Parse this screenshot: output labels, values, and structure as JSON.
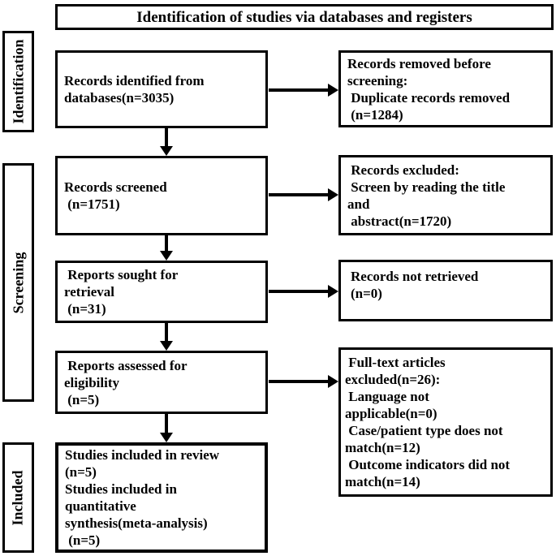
{
  "title": "Identification of studies via databases and registers",
  "stages": {
    "identification": "Identification",
    "screening": "Screening",
    "included": "Included"
  },
  "main_flow": [
    {
      "id": "records-identified",
      "text": "Records identified from\ndatabases(n=3035)"
    },
    {
      "id": "records-screened",
      "text": "Records screened\n (n=1751)"
    },
    {
      "id": "reports-sought",
      "text": " Reports sought for\nretrieval\n (n=31)"
    },
    {
      "id": "reports-assessed",
      "text": " Reports assessed for\neligibility\n (n=5)"
    },
    {
      "id": "studies-included",
      "text": "Studies included in review\n(n=5)\nStudies included in\nquantitative\nsynthesis(meta-analysis)\n (n=5)"
    }
  ],
  "exclusion_flow": [
    {
      "id": "records-removed",
      "text": "Records removed before\nscreening:\n Duplicate records removed\n (n=1284)"
    },
    {
      "id": "records-excluded",
      "text": " Records excluded:\n Screen by reading the title\nand\n abstract(n=1720)"
    },
    {
      "id": "records-not-retrieved",
      "text": "Records not retrieved\n(n=0)"
    },
    {
      "id": "fulltext-excluded",
      "text": " Full-text articles\nexcluded(n=26):\n Language not\napplicable(n=0)\n Case/patient type does not\nmatch(n=12)\n Outcome indicators did not\nmatch(n=14)"
    }
  ],
  "colors": {
    "line": "#000000",
    "background": "#ffffff",
    "text": "#000000"
  }
}
